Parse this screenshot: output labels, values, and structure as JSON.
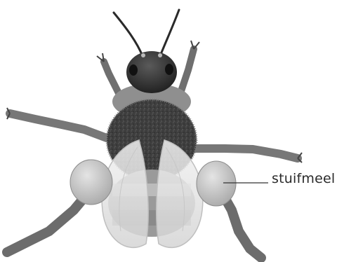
{
  "diagram": {
    "subject": "bee",
    "callouts": [
      {
        "id": "pollen",
        "label": "stuifmeel"
      }
    ]
  },
  "colors": {
    "head": "#2e2e2e",
    "thorax": "#4a4a4a",
    "hair": "#8a8a8a",
    "legs": "#6f6f6f",
    "pollen": "#c8c8c8",
    "wings": "#e6e6e6",
    "leader_line": "#333333"
  }
}
